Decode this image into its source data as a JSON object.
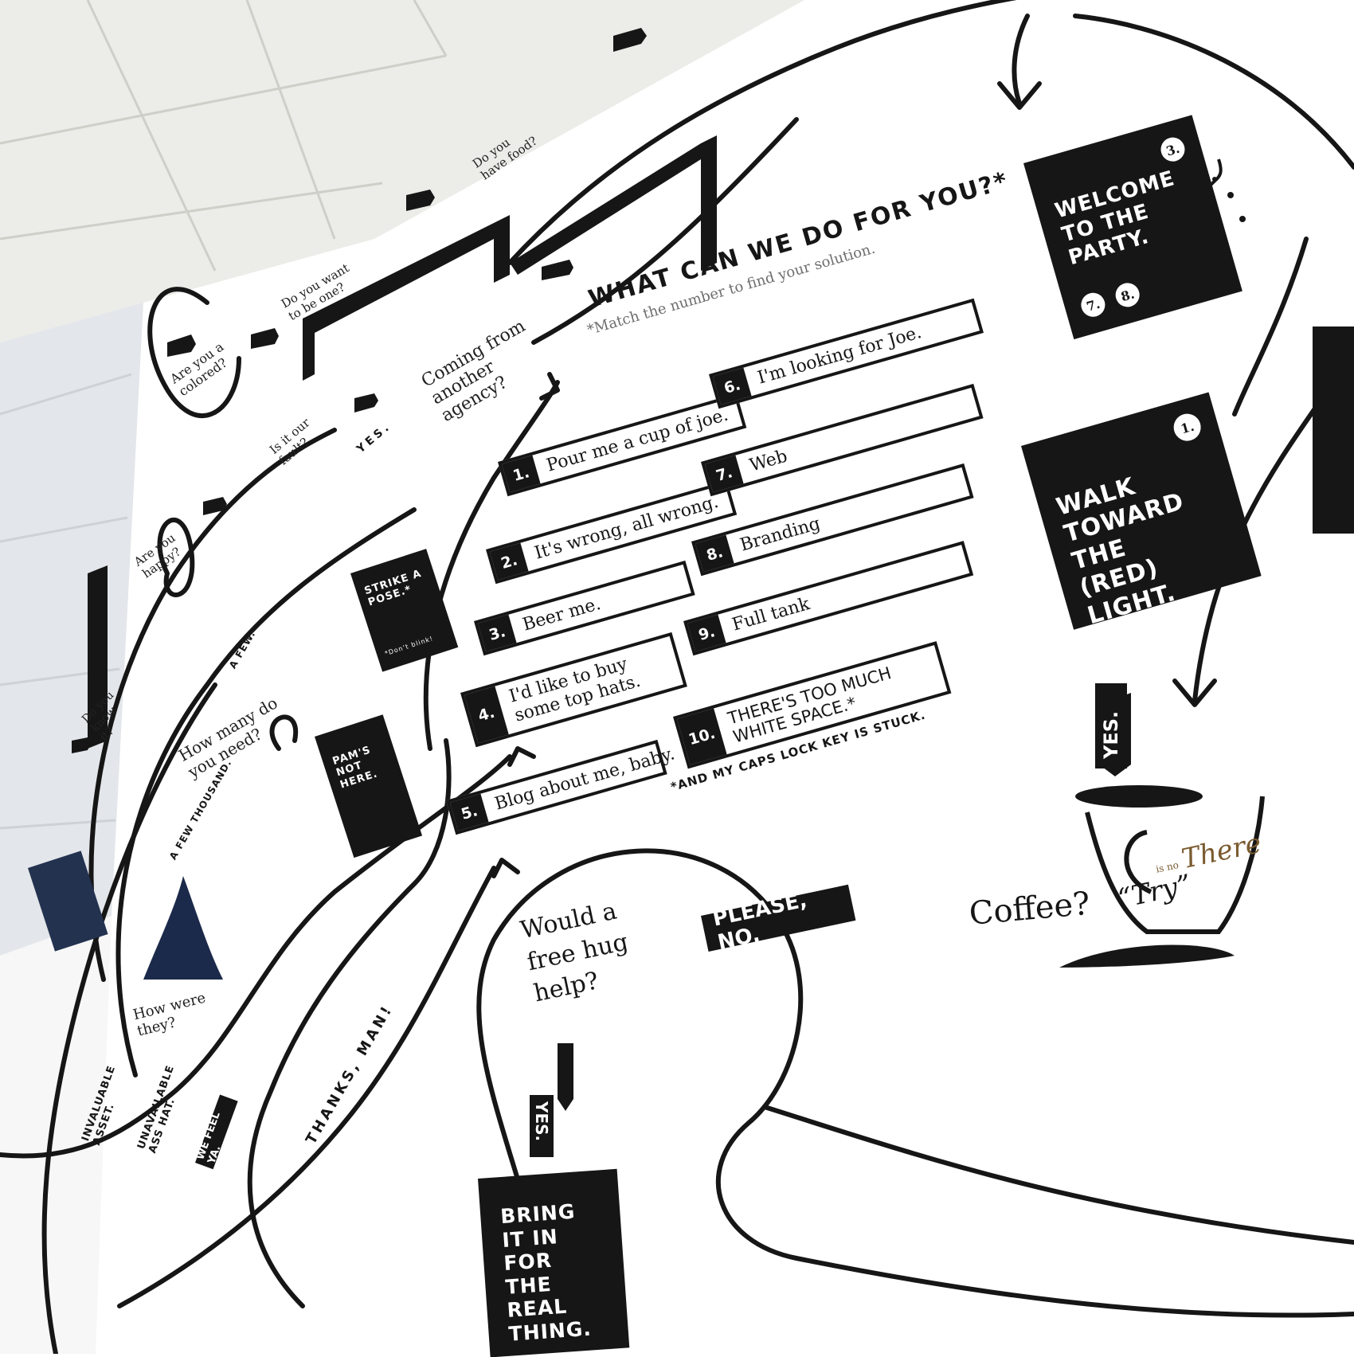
{
  "ceiling": {
    "tile_color": "#ecece8",
    "line_color": "#cfcfc9"
  },
  "menu": {
    "title": "WHAT CAN WE DO FOR YOU?*",
    "subtitle": "*Match the number to find your solution.",
    "options": [
      {
        "number": "1.",
        "label": "Pour me a cup of joe."
      },
      {
        "number": "2.",
        "label": "It's wrong, all wrong."
      },
      {
        "number": "3.",
        "label": "Beer me."
      },
      {
        "number": "4.",
        "label": "I'd like to buy some top hats."
      },
      {
        "number": "5.",
        "label": "Blog about me, baby."
      },
      {
        "number": "6.",
        "label": "I'm looking for Joe."
      },
      {
        "number": "7.",
        "label": "Web"
      },
      {
        "number": "8.",
        "label": "Branding"
      },
      {
        "number": "9.",
        "label": "Full tank"
      },
      {
        "number": "10.",
        "label": "THERE'S TOO MUCH WHITE SPACE.*"
      }
    ],
    "footnote": "*AND MY CAPS LOCK KEY IS STUCK."
  },
  "party_box": {
    "text": "WELCOME TO THE PARTY.",
    "circles": [
      "3.",
      "7.",
      "8."
    ]
  },
  "walk_box": {
    "text": "WALK TOWARD THE (RED) LIGHT.",
    "circle": "1."
  },
  "yes_tag_right": "YES.",
  "coffee": {
    "question": "Coffee?",
    "mug_line1": "There",
    "mug_line2": "is no",
    "mug_line3": "“Try”"
  },
  "hug": {
    "question": "Would a free hug help?",
    "no_tag": "PLEASE, NO.",
    "yes_tag": "YES.",
    "answer_box": "BRING IT IN FOR THE REAL THING."
  },
  "left_flow": {
    "coming_from": "Coming from another agency?",
    "do_you_want": "Do you want to be one?",
    "are_you_colored": "Are you a colored?",
    "do_you_have_food": "Do you have food?",
    "is_it_our_fault": "Is it our fault?",
    "are_you_happy": "Are you happy?",
    "how_many": "How many do you need?",
    "a_few": "A FEW.",
    "a_few_thousand": "A FEW THOUSAND.",
    "how_were_they": "How were they?",
    "invaluable_asset": "INVALUABLE ASSET.",
    "unavailable": "UNAVAILABLE ASS HAT.",
    "we_feel_ya": "WE FEEL YA.",
    "thanks_man": "THANKS, MAN!",
    "yes_small": "YES.",
    "strike_a_pose": "STRIKE A POSE.*",
    "strike_note": "*Don't blink!",
    "pams_not_here": "PAM'S NOT HERE.",
    "do_you_know_it": "Do you know it?"
  }
}
